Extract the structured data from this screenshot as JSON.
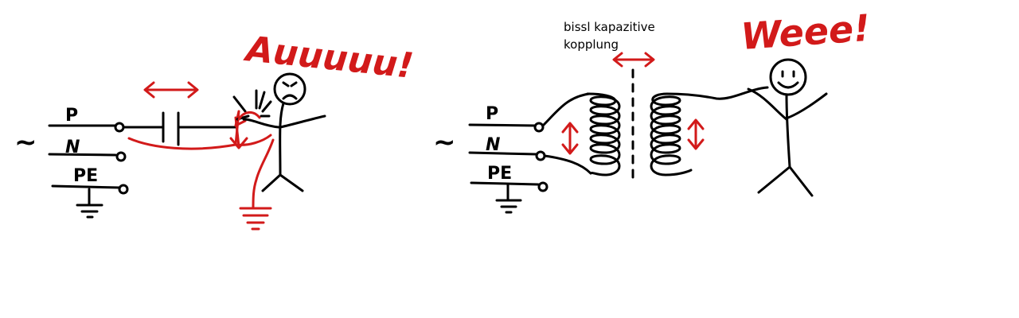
{
  "colors": {
    "ink": "#000000",
    "accent": "#d21a1a",
    "background": "#ffffff"
  },
  "left": {
    "ac_symbol": "~",
    "label_p": "P",
    "label_n": "N",
    "label_pe": "PE",
    "exclaim": "Auuuuu!"
  },
  "right": {
    "ac_symbol": "~",
    "label_p": "P",
    "label_n": "N",
    "label_pe": "PE",
    "coupling_line1": "bissl kapazitive",
    "coupling_line2": "kopplung",
    "exclaim": "Weee!"
  },
  "icons": [
    "sine-wave-icon",
    "ground-icon",
    "capacitor-icon",
    "coil-icon",
    "double-arrow-icon",
    "stick-figure-icon",
    "spark-icon"
  ]
}
